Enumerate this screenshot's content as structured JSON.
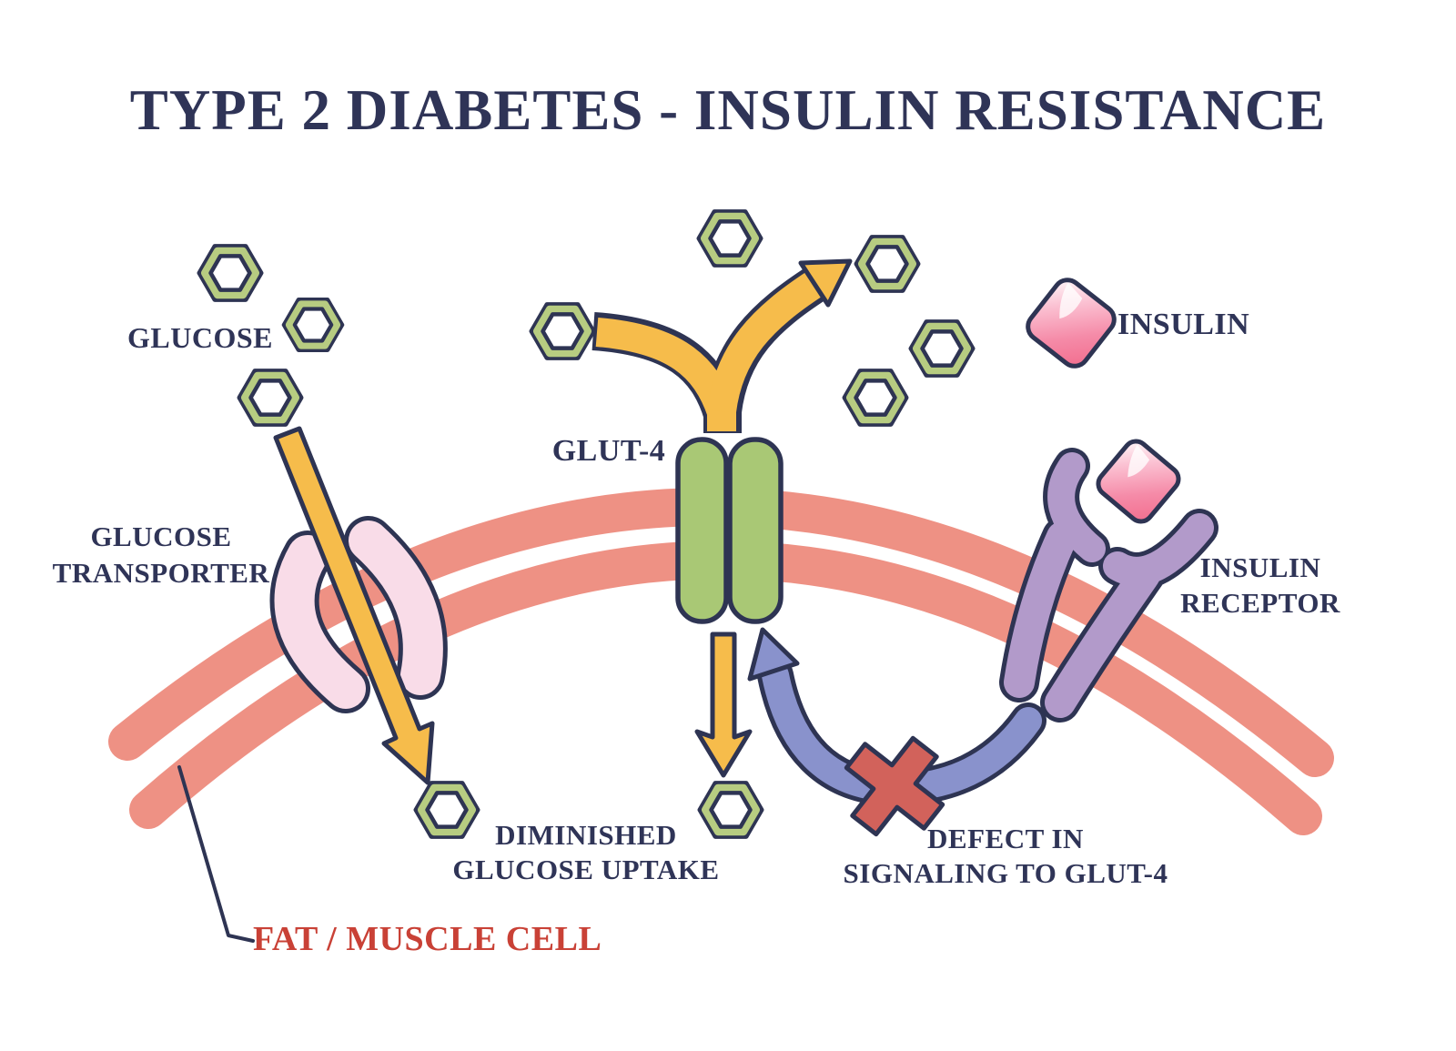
{
  "title": "TYPE 2 DIABETES - INSULIN RESISTANCE",
  "labels": {
    "glucose": "GLUCOSE",
    "glucose_transporter": {
      "line1": "GLUCOSE",
      "line2": "TRANSPORTER"
    },
    "glut4": "GLUT-4",
    "insulin": "INSULIN",
    "insulin_receptor": {
      "line1": "INSULIN",
      "line2": "RECEPTOR"
    },
    "diminished_glucose_uptake": {
      "line1": "DIMINISHED",
      "line2": "GLUCOSE UPTAKE"
    },
    "defect_signaling": {
      "line1": "DEFECT IN",
      "line2": "SIGNALING TO GLUT-4"
    },
    "fat_muscle_cell": "FAT / MUSCLE CELL"
  },
  "colors": {
    "text_navy": "#2f3457",
    "outline_navy": "#2e3453",
    "cell_label_red": "#c94136",
    "membrane_salmon": "#ee9184",
    "arrow_yellow": "#f6bc4b",
    "channel_green": "#a9c875",
    "hexagon_green": "#b7cc81",
    "transporter_pink": "#f9dce8",
    "receptor_purple": "#b29aca",
    "signal_blue": "#8992cc",
    "defect_red": "#d2625b",
    "insulin_pink": "#f26f8e",
    "insulin_pink_light": "#ffeff4",
    "background": "#ffffff"
  }
}
